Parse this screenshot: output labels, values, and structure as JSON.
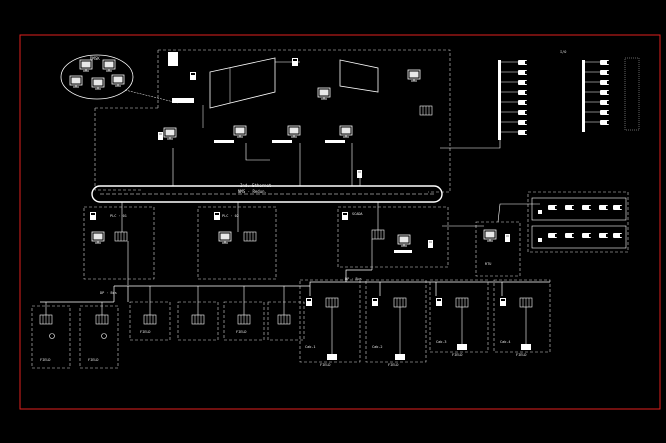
{
  "colors": {
    "background": "#000000",
    "frame": "#e0201e",
    "lines": "#ffffff",
    "dashed": "#d8d8d8",
    "device_fill": "#ffffff",
    "monitor_screen": "#e8e8e8"
  },
  "labels": {
    "network_pool": "DMSK",
    "ethernet_ring_1": "Ind. Ethernet",
    "ethernet_ring_2": "NMS · Redun.",
    "bus_left": "DP · Bus",
    "bus_right": "DP · Bus",
    "station_1": "PLC · 01",
    "station_2": "PLC · 02",
    "station_3": "SCADA",
    "station_remote": "RTU",
    "list_header": "I/O",
    "cabinet_1": "Cab-1",
    "cabinet_2": "Cab-2",
    "cabinet_3": "Cab-3",
    "cabinet_4": "Cab-4",
    "field_1": "FIELD",
    "field_2": "FIELD",
    "field_3": "FIELD",
    "field_4": "FIELD",
    "field_5": "FIELD",
    "field_6": "FIELD",
    "field_7": "FIELD",
    "field_8": "FIELD"
  }
}
